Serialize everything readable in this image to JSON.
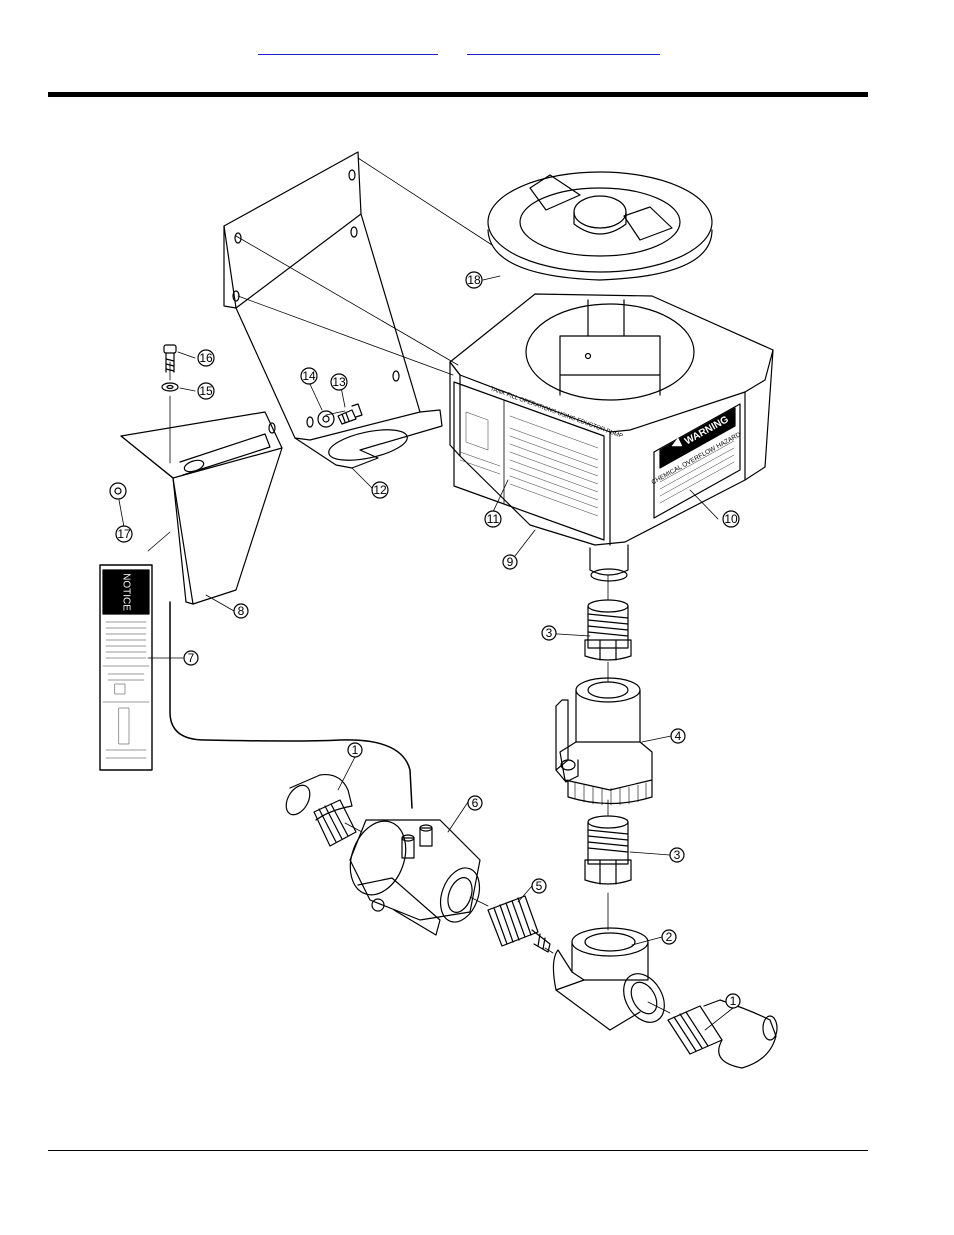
{
  "nav": {
    "link_1": {
      "label": ""
    },
    "link_2": {
      "label": ""
    }
  },
  "decals": {
    "notice_heading": "NOTICE",
    "warning_heading": "WARNING",
    "warning_subheading": "CHEMICAL OVERFLOW HAZARD",
    "instruction_heading": "TANK FILL OPERATIONS USING EDUCTOR PUMP"
  },
  "callouts": [
    {
      "id": "c1a",
      "number": "1"
    },
    {
      "id": "c1b",
      "number": "1"
    },
    {
      "id": "c2",
      "number": "2"
    },
    {
      "id": "c3a",
      "number": "3"
    },
    {
      "id": "c3b",
      "number": "3"
    },
    {
      "id": "c4",
      "number": "4"
    },
    {
      "id": "c5",
      "number": "5"
    },
    {
      "id": "c6",
      "number": "6"
    },
    {
      "id": "c7",
      "number": "7"
    },
    {
      "id": "c8",
      "number": "8"
    },
    {
      "id": "c9",
      "number": "9"
    },
    {
      "id": "c10",
      "number": "10"
    },
    {
      "id": "c11",
      "number": "11"
    },
    {
      "id": "c12",
      "number": "12"
    },
    {
      "id": "c13",
      "number": "13"
    },
    {
      "id": "c14",
      "number": "14"
    },
    {
      "id": "c15",
      "number": "15"
    },
    {
      "id": "c16",
      "number": "16"
    },
    {
      "id": "c17",
      "number": "17"
    },
    {
      "id": "c18",
      "number": "18"
    }
  ]
}
